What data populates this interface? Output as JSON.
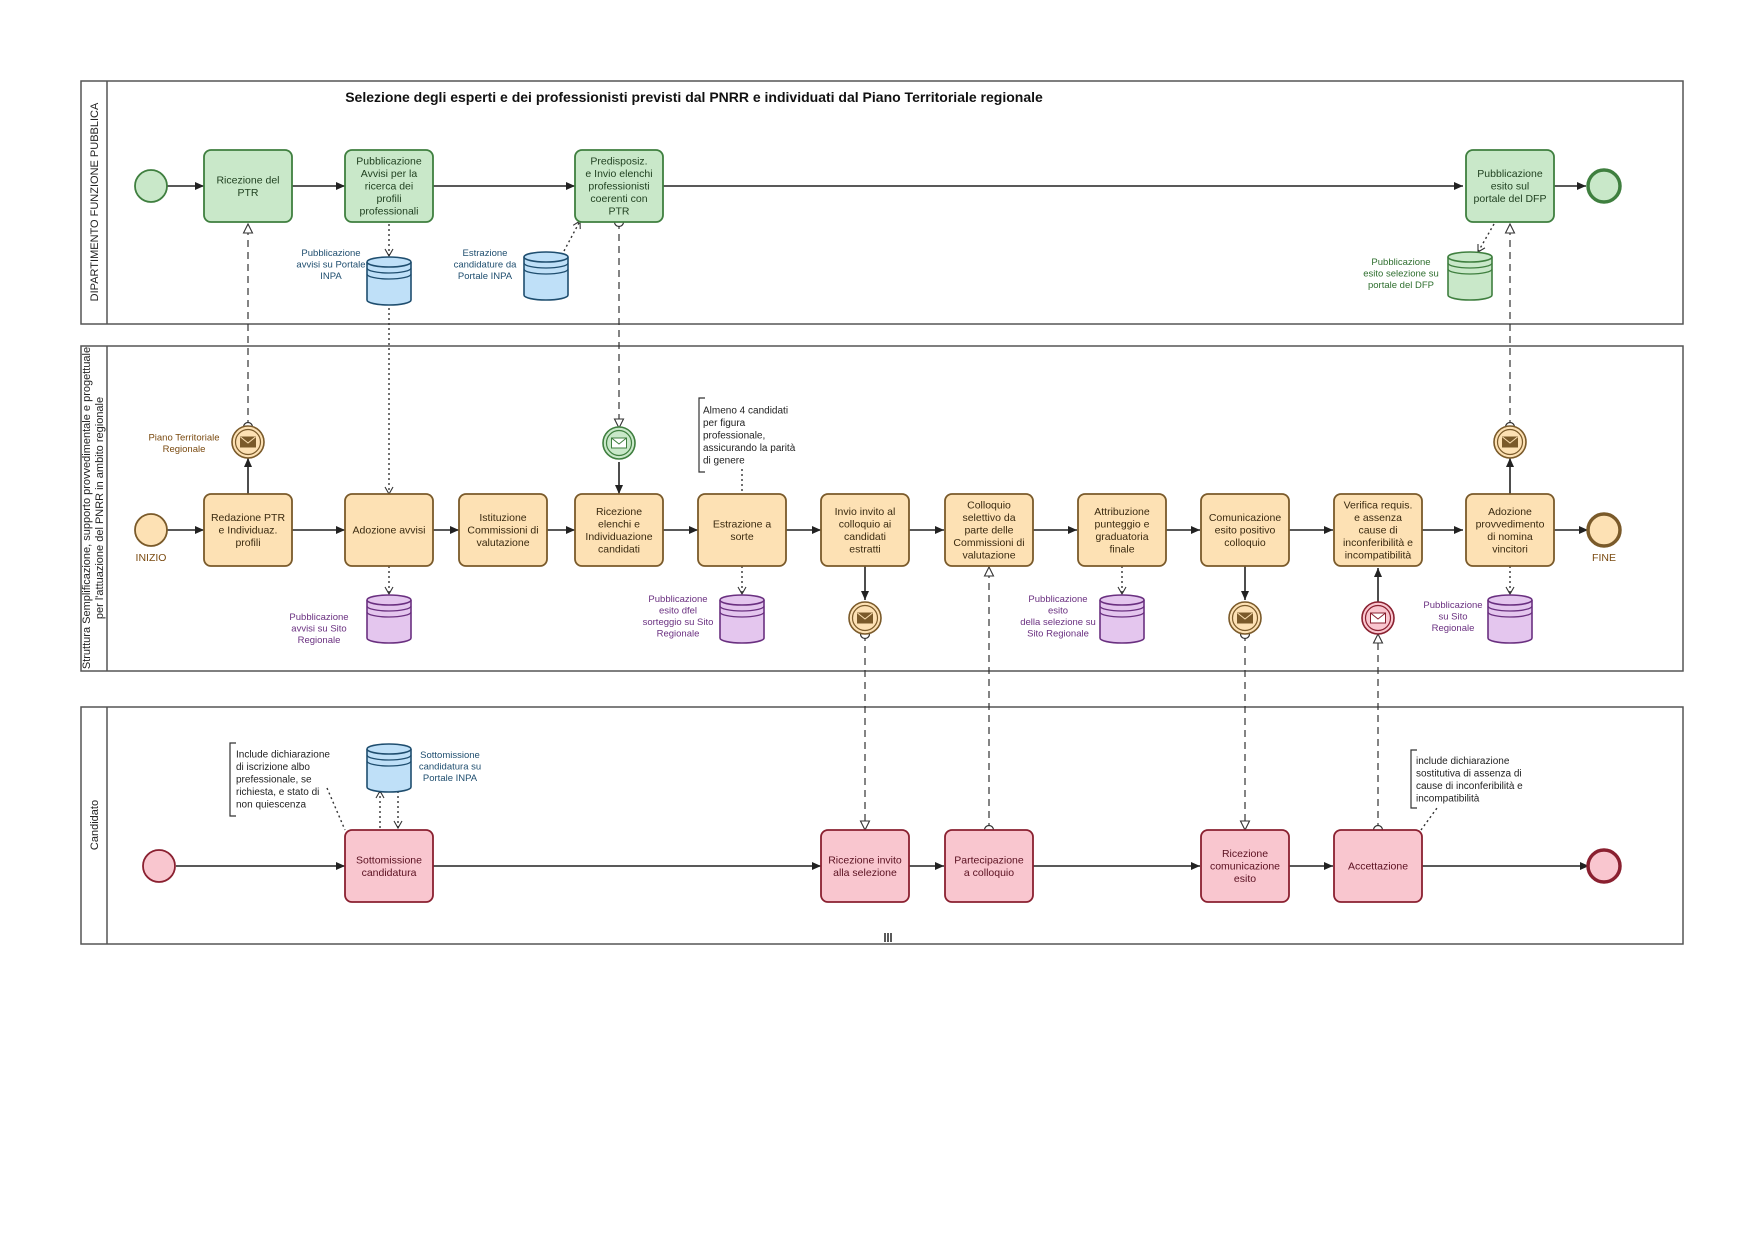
{
  "title": "Selezione degli esperti e dei professionisti  previsti dal PNRR e individuati dal Piano Territoriale regionale",
  "lanes": {
    "dfp": "DIPARTIMENTO FUNZIONE PUBBLICA",
    "struttura_1": "Struttura Semplificazione, supporto provvedimentale e progettuale",
    "struttura_2": "per l'attuazione del PNRR in ambito regionale",
    "candidato": "Candidato"
  },
  "events": {
    "inizio": "INIZIO",
    "fine": "FINE"
  },
  "tasks": {
    "dfp": [
      [
        "Ricezione del",
        "PTR"
      ],
      [
        "Pubblicazione",
        "Avvisi per la",
        "ricerca dei",
        "profili",
        "professionali"
      ],
      [
        "Predisposiz.",
        "e Invio elenchi",
        "professionisti",
        "coerenti con",
        "PTR"
      ],
      [
        "Pubblicazione",
        "esito sul",
        "portale del DFP"
      ]
    ],
    "struttura": [
      [
        "Redazione PTR",
        "e Individuaz.",
        "profili"
      ],
      [
        "Adozione avvisi"
      ],
      [
        "Istituzione",
        "Commissioni di",
        "valutazione"
      ],
      [
        "Ricezione",
        "elenchi e",
        "Individuazione",
        "candidati"
      ],
      [
        "Estrazione a",
        "sorte"
      ],
      [
        "Invio invito al",
        "colloquio ai",
        "candidati",
        "estratti"
      ],
      [
        "Colloquio",
        "selettivo da",
        "parte delle",
        "Commissioni di",
        "valutazione"
      ],
      [
        "Attribuzione",
        "punteggio e",
        "graduatoria",
        "finale"
      ],
      [
        "Comunicazione",
        "esito positivo",
        "colloquio"
      ],
      [
        "Verifica requis.",
        "e assenza",
        "cause di",
        "inconferibilità e",
        "incompatibilità"
      ],
      [
        "Adozione",
        "provvedimento",
        "di nomina",
        "vincitori"
      ]
    ],
    "candidato": [
      [
        "Sottomissione",
        "candidatura"
      ],
      [
        "Ricezione invito",
        "alla selezione"
      ],
      [
        "Partecipazione",
        "a colloquio"
      ],
      [
        "Ricezione",
        "comunicazione",
        "esito"
      ],
      [
        "Accettazione"
      ]
    ]
  },
  "data_labels": {
    "dfp": [
      [
        "Pubblicazione",
        "avvisi su Portale",
        "INPA"
      ],
      [
        "Estrazione",
        "candidature da",
        "Portale INPA"
      ],
      [
        "Pubblicazione",
        "esito selezione su",
        "portale del DFP"
      ]
    ],
    "struttura": [
      [
        "Piano Territoriale",
        "Regionale"
      ],
      [
        "Pubblicazione",
        "avvisi su Sito",
        "Regionale"
      ],
      [
        "Pubblicazione",
        "esito dfel",
        "sorteggio su Sito",
        "Regionale"
      ],
      [
        "Pubblicazione",
        "esito",
        "della selezione su",
        "Sito Regionale"
      ],
      [
        "Pubblicazione",
        "su Sito",
        "Regionale"
      ]
    ],
    "candidato": [
      [
        "Sottomissione",
        "candidatura su",
        "Portale INPA"
      ]
    ]
  },
  "annotations": {
    "estrazione": [
      "Almeno 4 candidati",
      "per figura",
      "professionale,",
      "assicurando la parità",
      "di genere"
    ],
    "sottomissione": [
      "Include dichiarazione",
      "di iscrizione albo",
      "prefessionale, se",
      "richiesta, e stato di",
      "non quiescenza"
    ],
    "accettazione": [
      "include dichiarazione",
      "sostitutiva di assenza di",
      "cause di inconferibilità e",
      "incompatibilità"
    ]
  },
  "colors": {
    "green_fill": "#c9e8c9",
    "green_stroke": "#3f7f3f",
    "orange_fill": "#fde1b4",
    "orange_stroke": "#7a5a2a",
    "pink_fill": "#f9c6cf",
    "pink_stroke": "#8a2030",
    "blue_fill": "#bfe0f8",
    "blue_stroke": "#1f4e6f",
    "purple_fill": "#e4c6ee",
    "purple_stroke": "#6a3080"
  },
  "icons": [
    "envelope-icon",
    "data-store-icon",
    "start-event-icon",
    "end-event-icon",
    "pool-collapse-icon"
  ]
}
